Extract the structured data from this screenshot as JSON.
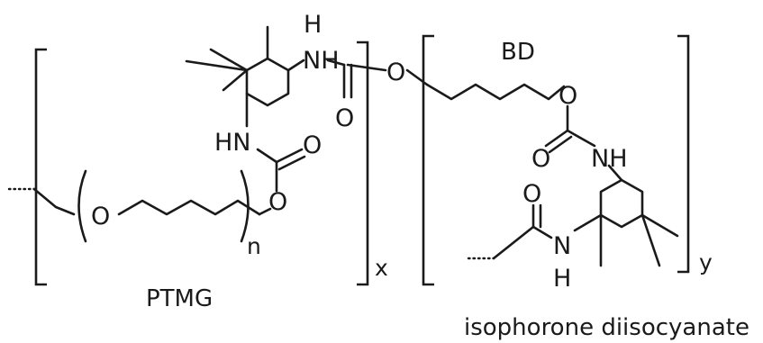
{
  "atoms": {
    "nh_top": "NH",
    "h_top": "H",
    "o_carbonyl_top": "O",
    "o_link": "O",
    "hn_left": "HN",
    "o_carbonyl_left": "O",
    "o_ester_left": "O",
    "o_ether": "O",
    "o_bd_end": "O",
    "o_carbonyl_right": "O",
    "nh_right": "NH",
    "o_amide": "O",
    "n_bottom": "N",
    "h_bottom": "H"
  },
  "labels": {
    "ptmg": "PTMG",
    "bd": "BD",
    "ipdi": "isophorone diisocyanate"
  },
  "subscripts": {
    "n": "n",
    "x": "x",
    "y": "y"
  }
}
